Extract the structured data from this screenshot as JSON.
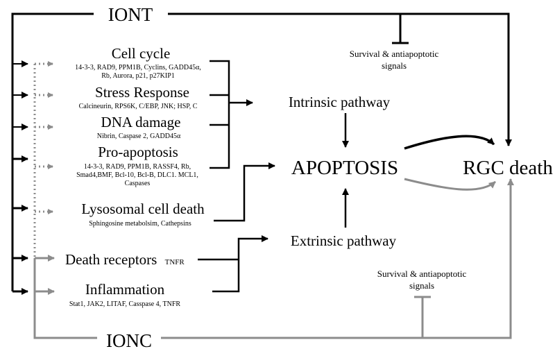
{
  "colors": {
    "iont_line": "#000000",
    "ionc_line": "#8c8c8c",
    "dotted": "#8c8c8c",
    "text": "#000000",
    "background": "#ffffff"
  },
  "iont": {
    "label": "IONT"
  },
  "ionc": {
    "label": "IONC"
  },
  "survival_top": {
    "line1": "Survival & antiapoptotic",
    "line2": "signals"
  },
  "survival_bottom": {
    "line1": "Survival & antiapoptotic",
    "line2": "signals"
  },
  "categories": {
    "cell_cycle": {
      "title": "Cell cycle",
      "genes1": "14-3-3, RAD9, PPM1B, Cyclins, GADD45α,",
      "genes2": "Rb, Aurora, p21, p27KIP1"
    },
    "stress_response": {
      "title": "Stress Response",
      "genes1": "Calcineurin, RPS6K, C/EBP, JNK; HSP, C"
    },
    "dna_damage": {
      "title": "DNA damage",
      "genes1": "Nibrin, Caspase 2, GADD45α"
    },
    "pro_apoptosis": {
      "title": "Pro-apoptosis",
      "genes1": "14-3-3, RAD9, PPM1B, RASSF4, Rb,",
      "genes2": "Smad4,BMF, Bcl-10, Bcl-B, DLC1. MCL1,",
      "genes3": "Caspases"
    },
    "lysosomal": {
      "title": "Lysosomal cell death",
      "genes1": "Sphingosine metabolsim, Cathepsins"
    },
    "death_receptors": {
      "title": "Death receptors",
      "suffix": "TNFR"
    },
    "inflammation": {
      "title": "Inflammation",
      "genes1": "Stat1, JAK2, LITAF, Casspase 4, TNFR"
    }
  },
  "pathways": {
    "intrinsic": "Intrinsic pathway",
    "extrinsic": "Extrinsic pathway",
    "apoptosis": "APOPTOSIS",
    "rgc_death": "RGC death"
  }
}
